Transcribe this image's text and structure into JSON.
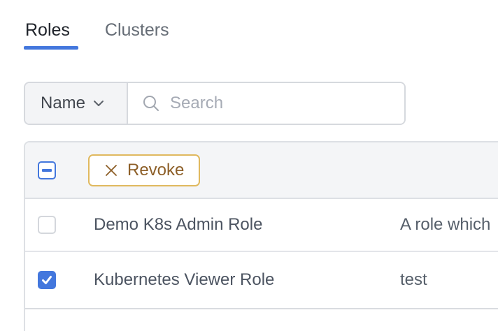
{
  "tabs": {
    "roles_label": "Roles",
    "clusters_label": "Clusters",
    "active_tab": "Roles"
  },
  "filter": {
    "field_selector_value": "Name",
    "search_placeholder": "Search"
  },
  "table": {
    "header": {
      "checkbox_state": "indeterminate",
      "revoke_label": "Revoke"
    },
    "rows": [
      {
        "checkbox_state": "unchecked",
        "name": "Demo K8s Admin Role",
        "description": "A role which"
      },
      {
        "checkbox_state": "checked",
        "name": "Kubernetes Viewer Role",
        "description": "test"
      }
    ]
  },
  "icons": {
    "field_dropdown": "chevron-down-icon",
    "search": "search-icon",
    "revoke": "close-icon"
  },
  "colors": {
    "accent_blue": "#4377dd",
    "revoke_border": "#e0b95f",
    "revoke_text": "#8d5f28",
    "header_bg": "#f4f5f7",
    "border_gray": "#dde0e4"
  }
}
